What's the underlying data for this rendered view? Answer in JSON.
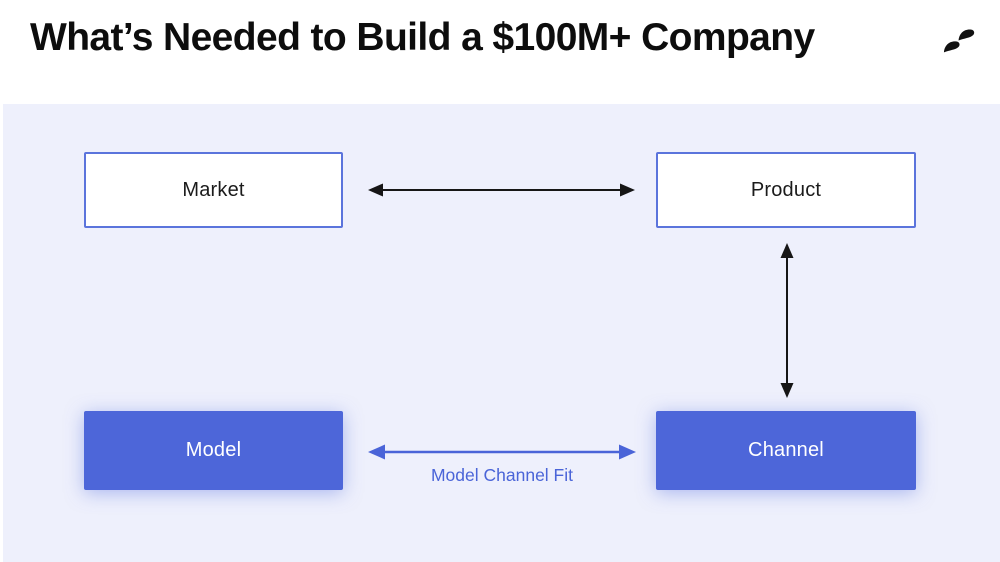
{
  "header": {
    "title": "What’s Needed to Build a $100M+ Company",
    "logo": "brand-mark"
  },
  "diagram": {
    "nodes": {
      "market": {
        "label": "Market",
        "style": "outline"
      },
      "product": {
        "label": "Product",
        "style": "outline"
      },
      "model": {
        "label": "Model",
        "style": "filled"
      },
      "channel": {
        "label": "Channel",
        "style": "filled"
      }
    },
    "edges": [
      {
        "from": "Market",
        "to": "Product",
        "direction": "bidirectional",
        "color": "#161616",
        "label": ""
      },
      {
        "from": "Product",
        "to": "Channel",
        "direction": "bidirectional",
        "color": "#161616",
        "label": ""
      },
      {
        "from": "Model",
        "to": "Channel",
        "direction": "bidirectional",
        "color": "#4a64d8",
        "label": "Model Channel Fit"
      }
    ]
  },
  "colors": {
    "accent_blue": "#4d66d9",
    "box_border_blue": "#5b74dc",
    "edge_blue": "#4a64d8",
    "panel_background": "#eef0fc",
    "page_background": "#ffffff",
    "title_color": "#0d0d0d"
  }
}
